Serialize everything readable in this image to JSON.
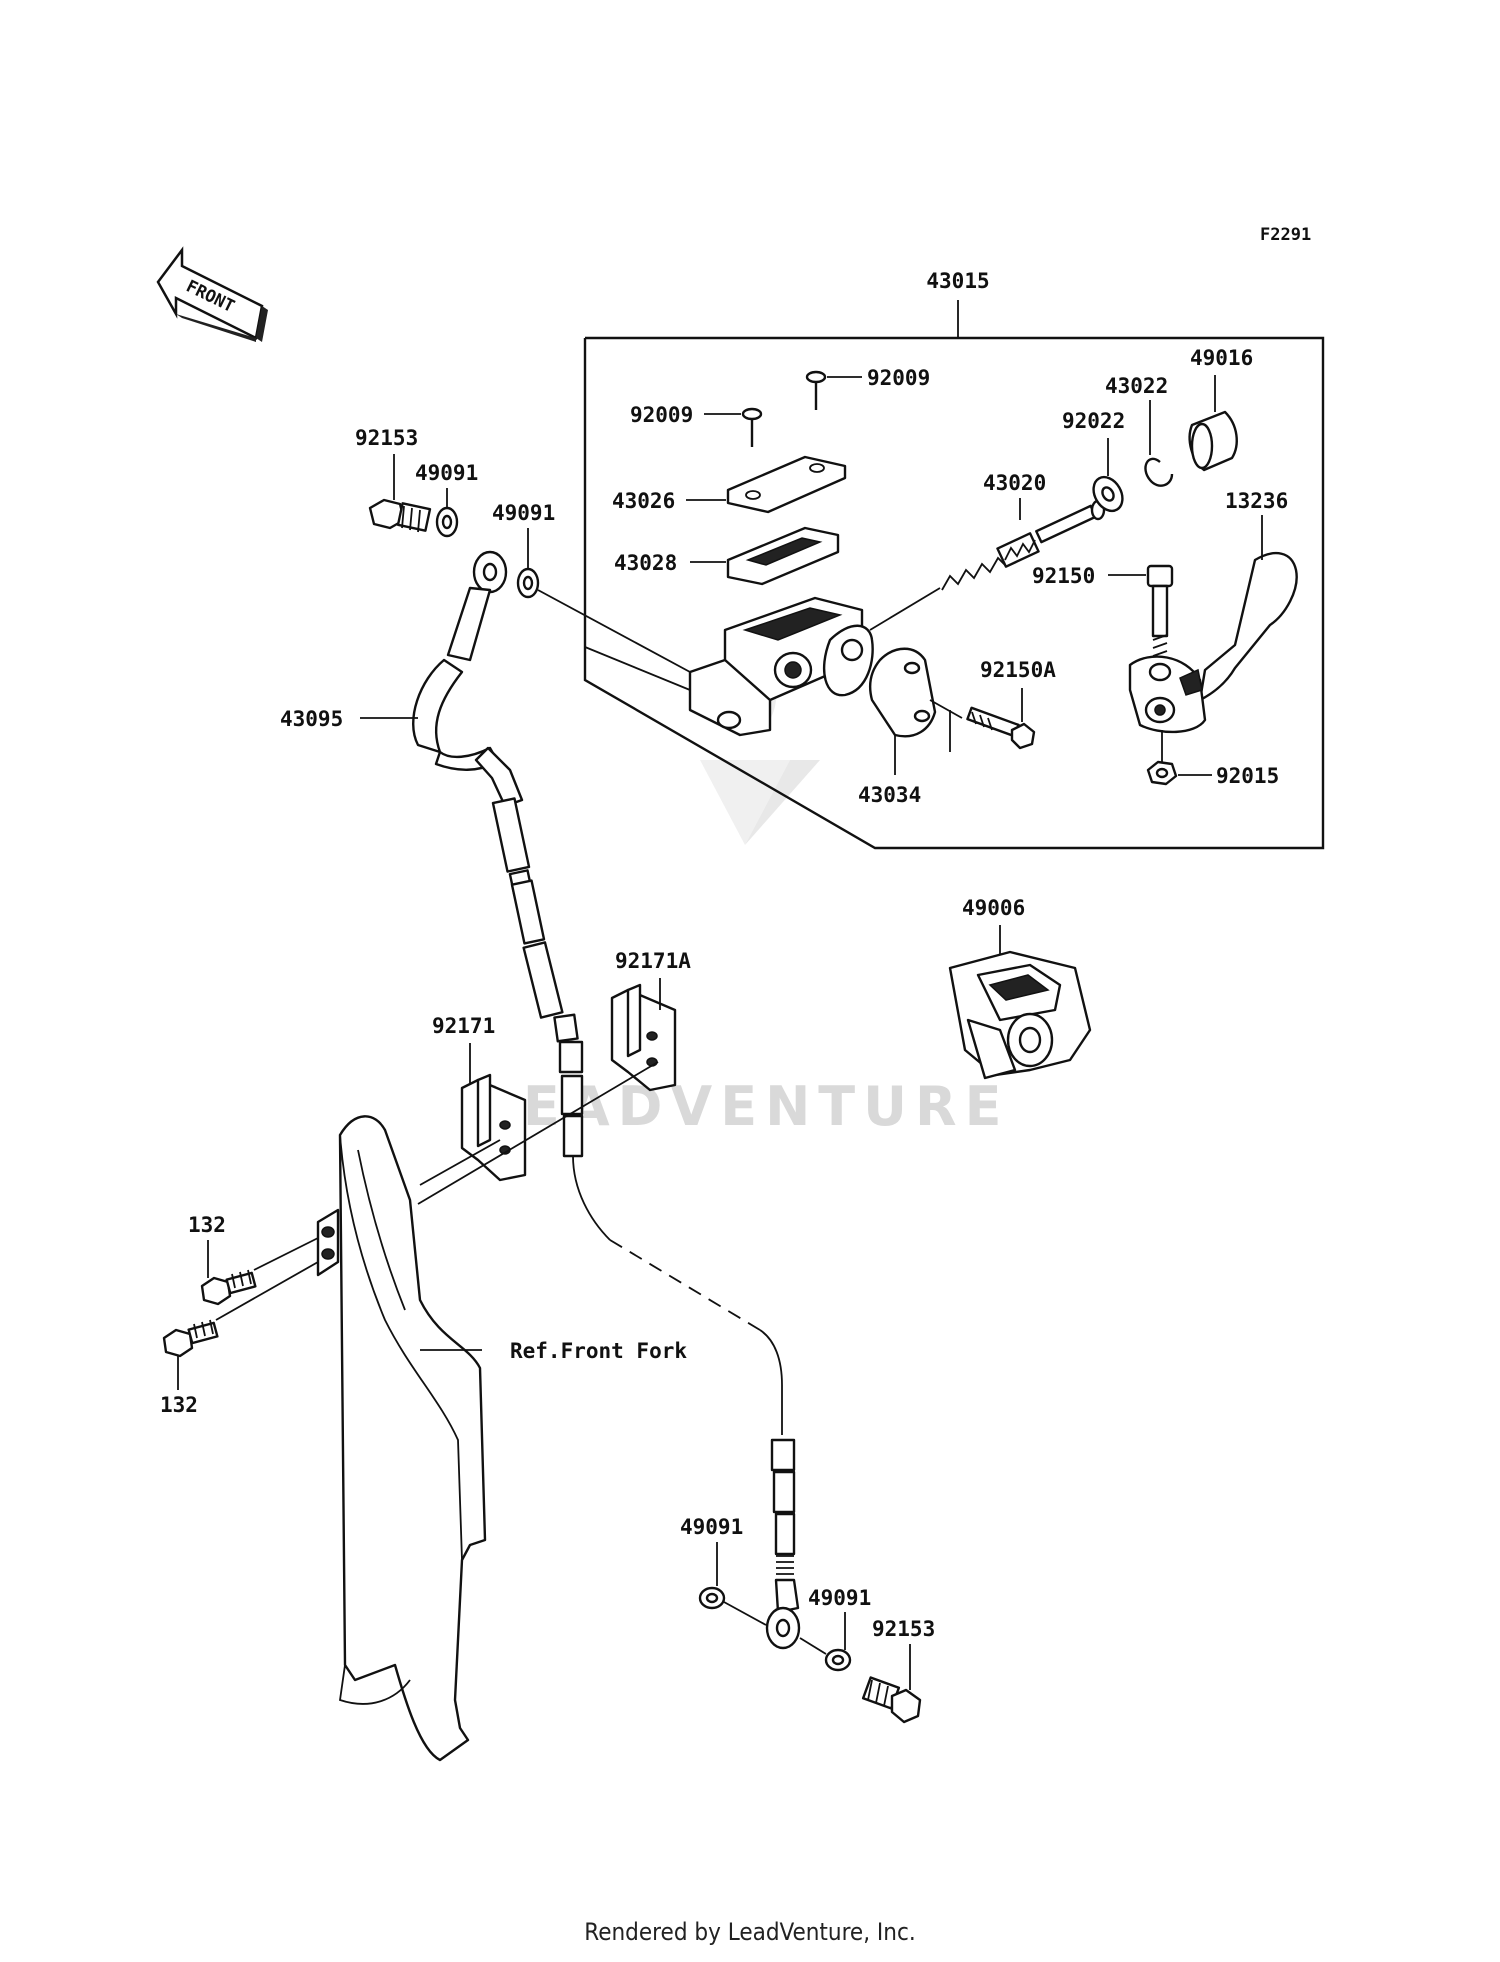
{
  "diagram": {
    "figure_code": "F2291",
    "front_arrow_label": "FRONT",
    "reference_label": "Ref.Front Fork",
    "footer": "Rendered by LeadVenture, Inc.",
    "watermark": "LEADVENTURE",
    "parts": [
      {
        "id": "p43015",
        "label": "43015"
      },
      {
        "id": "p92009a",
        "label": "92009"
      },
      {
        "id": "p92009b",
        "label": "92009"
      },
      {
        "id": "p49016",
        "label": "49016"
      },
      {
        "id": "p43022",
        "label": "43022"
      },
      {
        "id": "p92022",
        "label": "92022"
      },
      {
        "id": "p13236",
        "label": "13236"
      },
      {
        "id": "p43026",
        "label": "43026"
      },
      {
        "id": "p43020",
        "label": "43020"
      },
      {
        "id": "p43028",
        "label": "43028"
      },
      {
        "id": "p92150",
        "label": "92150"
      },
      {
        "id": "p92150A",
        "label": "92150A"
      },
      {
        "id": "p43034",
        "label": "43034"
      },
      {
        "id": "p92015",
        "label": "92015"
      },
      {
        "id": "p92153a",
        "label": "92153"
      },
      {
        "id": "p49091a",
        "label": "49091"
      },
      {
        "id": "p49091b",
        "label": "49091"
      },
      {
        "id": "p43095",
        "label": "43095"
      },
      {
        "id": "p49006",
        "label": "49006"
      },
      {
        "id": "p92171A",
        "label": "92171A"
      },
      {
        "id": "p92171",
        "label": "92171"
      },
      {
        "id": "p132a",
        "label": "132"
      },
      {
        "id": "p132b",
        "label": "132"
      },
      {
        "id": "p49091c",
        "label": "49091"
      },
      {
        "id": "p49091d",
        "label": "49091"
      },
      {
        "id": "p92153b",
        "label": "92153"
      }
    ]
  }
}
